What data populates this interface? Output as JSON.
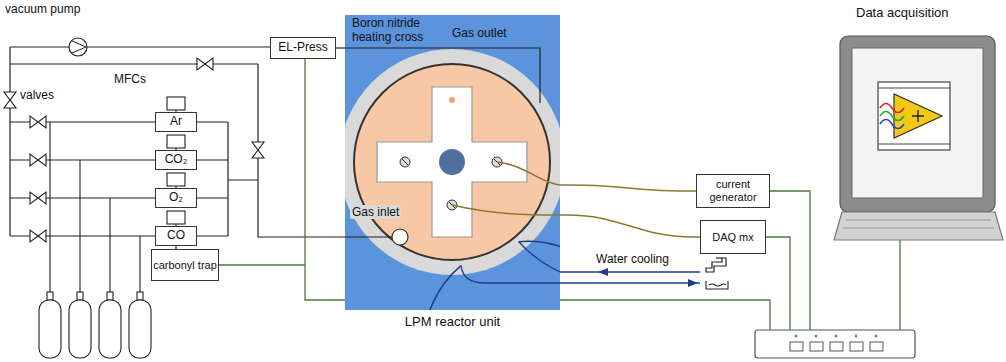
{
  "diagram": {
    "nodes": [
      {
        "text": [
          "EL-Press"
        ]
      },
      {
        "text": [
          "Ar"
        ]
      },
      {
        "text": [
          "CO₂"
        ]
      },
      {
        "text": [
          "O₂"
        ]
      },
      {
        "text": [
          "CO"
        ]
      },
      {
        "text": [
          "carbonyl trap"
        ]
      },
      {
        "text": [
          "LPM reactor unit"
        ]
      },
      {
        "text": [
          "current generator"
        ]
      },
      {
        "text": [
          "DAQ mx"
        ]
      }
    ],
    "edges": [
      {
        "from": 0,
        "to": 6,
        "arrow": "none"
      },
      {
        "from": 7,
        "to": 6,
        "arrow": "none"
      },
      {
        "from": 8,
        "to": 6,
        "arrow": "none"
      },
      {
        "from": 4,
        "to": 5,
        "arrow": "none"
      }
    ],
    "labels": [
      "vacuum pump",
      "valves",
      "MFCs",
      "Gas outlet",
      "Boron nitride heating cross",
      "Gas inlet",
      "Water cooling",
      "Data acquisition"
    ]
  }
}
